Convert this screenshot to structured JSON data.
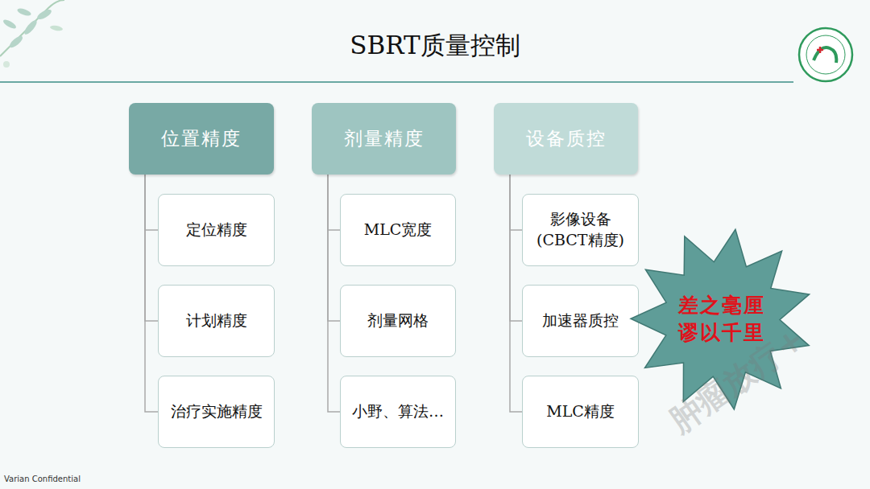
{
  "diagram": {
    "title": "SBRT质量控制",
    "nodes": [
      {
        "text": [
          "位置精度"
        ]
      },
      {
        "text": [
          "定位精度"
        ]
      },
      {
        "text": [
          "计划精度"
        ]
      },
      {
        "text": [
          "治疗实施精度"
        ]
      },
      {
        "text": [
          "剂量精度"
        ]
      },
      {
        "text": [
          "MLC宽度"
        ]
      },
      {
        "text": [
          "剂量网格"
        ]
      },
      {
        "text": [
          "小野、算法…"
        ]
      },
      {
        "text": [
          "设备质控"
        ]
      },
      {
        "text": [
          "影像设备 (CBCT精度)"
        ]
      },
      {
        "text": [
          "加速器质控"
        ]
      },
      {
        "text": [
          "MLC精度"
        ]
      },
      {
        "text": [
          "差之毫厘 谬以千里"
        ]
      }
    ],
    "edges": [
      {
        "from": 0,
        "to": 1,
        "arrow": "none"
      },
      {
        "from": 0,
        "to": 2,
        "arrow": "none"
      },
      {
        "from": 0,
        "to": 3,
        "arrow": "none"
      },
      {
        "from": 4,
        "to": 5,
        "arrow": "none"
      },
      {
        "from": 4,
        "to": 6,
        "arrow": "none"
      },
      {
        "from": 4,
        "to": 7,
        "arrow": "none"
      },
      {
        "from": 8,
        "to": 9,
        "arrow": "none"
      },
      {
        "from": 8,
        "to": 10,
        "arrow": "none"
      },
      {
        "from": 8,
        "to": 11,
        "arrow": "none"
      }
    ],
    "labels": [
      "Varian Confidential",
      "肿瘤放疗+"
    ]
  }
}
